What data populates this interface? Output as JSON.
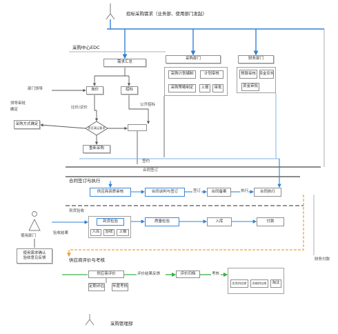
{
  "header": {
    "title": "招标采购需求（业务部、使用部门发起）"
  },
  "sections": {
    "center": "采购中心EDC",
    "contract": "合同签订与执行",
    "acceptance": "到货验收",
    "evaluation": "供应商评价与考核"
  },
  "planning": {
    "summary": "需求汇总",
    "purchase_dept": "采购部门",
    "finance_dept": "财务部门",
    "plan": "采购计划编制",
    "plan_review": "计划审核",
    "strategy": "采购策略制定",
    "report": "上报",
    "approve": "审批",
    "budget": "预算审核",
    "fund": "资金安排",
    "fund_approve": "资金审批"
  },
  "sourcing": {
    "leader": "部门领导",
    "leader_approve": "领导审批",
    "leader_confirm": "确定",
    "method": "采购方式确定",
    "inquiry": "询价",
    "tender": "招标",
    "compare": "比价/议价",
    "open_tender": "公开招标",
    "decision": "是否满足要求",
    "retry": "重新采购",
    "sign": "签约",
    "contract_sign": "合同签订"
  },
  "contract": {
    "qualification": "供应商资质审核",
    "negotiation": "合同谈判与签订",
    "to_archive": "签订",
    "archive": "合同备案",
    "to_exec": "执行",
    "execution": "合同执行"
  },
  "acceptance": {
    "inspection": "到货检验",
    "sub_storage": "入库",
    "sub_check": "验收",
    "sub_report": "上报",
    "quality": "质量检验",
    "storage": "入库",
    "payment": "付款",
    "user_dept": "使用部门",
    "user_box_line1": "使用需求确认",
    "user_box_line2": "验收意见反馈",
    "result": "验收结果"
  },
  "evaluation": {
    "evaluate": "供应商评价",
    "feedback": "评价结果反馈",
    "archive": "评价归档",
    "assess": "考核",
    "level_good": "优秀供应商",
    "level_ok": "合格供应商",
    "level_out": "淘汰",
    "periodic": "定期评估",
    "annual": "年度考核",
    "owner": "采购管理部"
  },
  "side": {
    "finance_pay": "财务付款"
  },
  "colors": {
    "flow_blue": "#2f80d6",
    "flow_green": "#3cb043",
    "flow_orange": "#f0a030",
    "line_gray": "#5a5a5a"
  }
}
